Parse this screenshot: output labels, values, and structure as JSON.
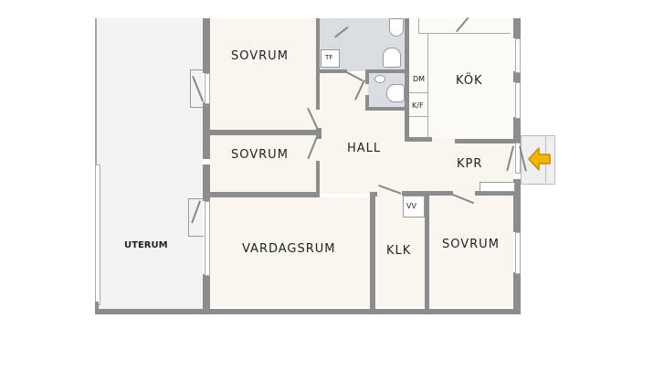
{
  "floorplan": {
    "rooms": {
      "sovrum_top": "SOVRUM",
      "sovrum_mid": "SOVRUM",
      "hall": "HALL",
      "kok": "KÖK",
      "kpr": "KPR",
      "uterum": "UTERUM",
      "vardagsrum": "VARDAGSRUM",
      "klk": "KLK",
      "sovrum_right": "SOVRUM"
    },
    "fixtures": {
      "tf": "TF",
      "dm": "DM",
      "kf": "K/F",
      "vv": "VV"
    },
    "entrance_arrow_color": "#f2b705",
    "colors": {
      "room_fill": "#f8f6ee",
      "wet_room_fill": "#d9dde2",
      "uterum_fill": "#f3f3f3",
      "wall": "#8c8c8c"
    }
  }
}
